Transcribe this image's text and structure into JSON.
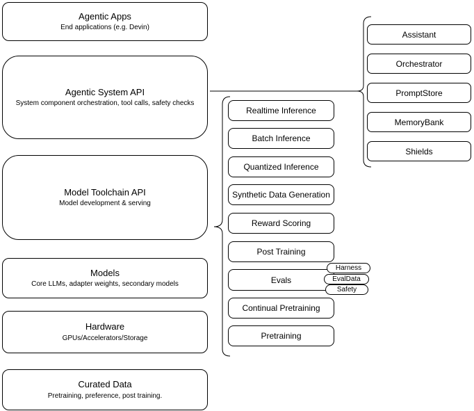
{
  "diagram": {
    "stack": [
      {
        "title": "Agentic Apps",
        "subtitle": "End applications (e.g. Devin)"
      },
      {
        "title": "Agentic System API",
        "subtitle": "System component orchestration, tool calls, safety checks"
      },
      {
        "title": "Model Toolchain API",
        "subtitle": "Model development & serving"
      },
      {
        "title": "Models",
        "subtitle": "Core LLMs, adapter weights, secondary models"
      },
      {
        "title": "Hardware",
        "subtitle": "GPUs/Accelerators/Storage"
      },
      {
        "title": "Curated Data",
        "subtitle": "Pretraining, preference, post training."
      }
    ],
    "toolchain_services": [
      "Realtime Inference",
      "Batch Inference",
      "Quantized Inference",
      "Synthetic Data Generation",
      "Reward Scoring",
      "Post Training",
      "Evals",
      "Continual Pretraining",
      "Pretraining"
    ],
    "evals_components": [
      "Harness",
      "EvalData",
      "Safety"
    ],
    "system_components": [
      "Assistant",
      "Orchestrator",
      "PromptStore",
      "MemoryBank",
      "Shields"
    ],
    "colors": {
      "stroke": "#000000",
      "background": "#ffffff",
      "text": "#000000"
    }
  }
}
